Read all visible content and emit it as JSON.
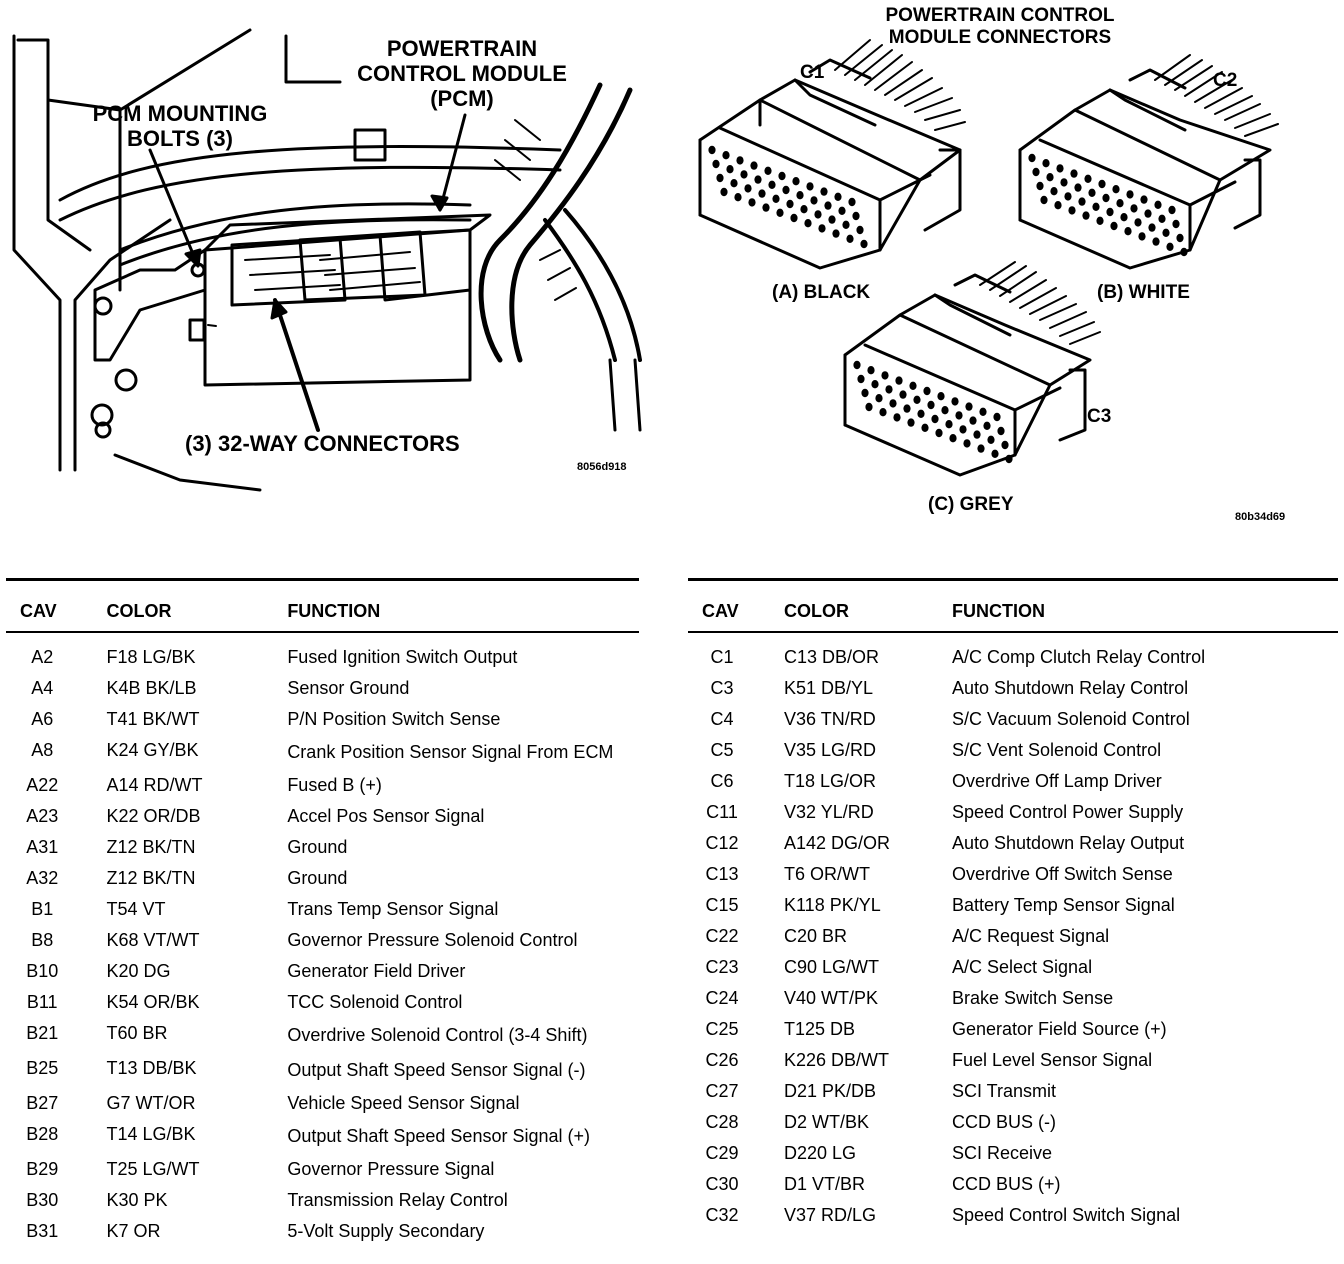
{
  "left_figure": {
    "callout_pcm_line1": "POWERTRAIN",
    "callout_pcm_line2": "CONTROL MODULE",
    "callout_pcm_line3": "(PCM)",
    "callout_bolts_line1": "PCM MOUNTING",
    "callout_bolts_line2": "BOLTS (3)",
    "callout_connectors": "(3) 32-WAY CONNECTORS",
    "figure_id": "8056d918"
  },
  "right_figure": {
    "title_line1": "POWERTRAIN CONTROL",
    "title_line2": "MODULE CONNECTORS",
    "c1": "C1",
    "c2": "C2",
    "c3": "C3",
    "label_a": "(A) BLACK",
    "label_b": "(B) WHITE",
    "label_c": "(C) GREY",
    "figure_id": "80b34d69"
  },
  "table_headers": {
    "cav": "CAV",
    "color": "COLOR",
    "function": "FUNCTION"
  },
  "table_left": [
    {
      "cav": "A2",
      "color": "F18 LG/BK",
      "function": "Fused Ignition Switch Output"
    },
    {
      "cav": "A4",
      "color": "K4B BK/LB",
      "function": "Sensor Ground"
    },
    {
      "cav": "A6",
      "color": "T41 BK/WT",
      "function": "P/N Position Switch Sense"
    },
    {
      "cav": "A8",
      "color": "K24 GY/BK",
      "function": "Crank Position Sensor Signal From ECM"
    },
    {
      "cav": "A22",
      "color": "A14 RD/WT",
      "function": "Fused B (+)"
    },
    {
      "cav": "A23",
      "color": "K22 OR/DB",
      "function": "Accel Pos Sensor Signal"
    },
    {
      "cav": "A31",
      "color": "Z12 BK/TN",
      "function": "Ground"
    },
    {
      "cav": "A32",
      "color": "Z12 BK/TN",
      "function": "Ground"
    },
    {
      "cav": "B1",
      "color": "T54 VT",
      "function": "Trans Temp Sensor Signal"
    },
    {
      "cav": "B8",
      "color": "K68 VT/WT",
      "function": "Governor Pressure Solenoid Control"
    },
    {
      "cav": "B10",
      "color": "K20 DG",
      "function": "Generator Field Driver"
    },
    {
      "cav": "B11",
      "color": "K54 OR/BK",
      "function": "TCC Solenoid Control"
    },
    {
      "cav": "B21",
      "color": "T60 BR",
      "function": "Overdrive Solenoid Control (3-4 Shift)"
    },
    {
      "cav": "B25",
      "color": "T13 DB/BK",
      "function": "Output Shaft Speed Sensor Signal (-)"
    },
    {
      "cav": "B27",
      "color": "G7 WT/OR",
      "function": "Vehicle Speed Sensor Signal"
    },
    {
      "cav": "B28",
      "color": "T14 LG/BK",
      "function": "Output Shaft Speed Sensor Signal (+)"
    },
    {
      "cav": "B29",
      "color": "T25 LG/WT",
      "function": "Governor Pressure Signal"
    },
    {
      "cav": "B30",
      "color": "K30 PK",
      "function": "Transmission Relay Control"
    },
    {
      "cav": "B31",
      "color": "K7 OR",
      "function": "5-Volt Supply Secondary"
    }
  ],
  "table_right": [
    {
      "cav": "C1",
      "color": "C13 DB/OR",
      "function": "A/C Comp Clutch Relay Control"
    },
    {
      "cav": "C3",
      "color": "K51 DB/YL",
      "function": "Auto Shutdown Relay Control"
    },
    {
      "cav": "C4",
      "color": "V36 TN/RD",
      "function": "S/C Vacuum Solenoid Control"
    },
    {
      "cav": "C5",
      "color": "V35 LG/RD",
      "function": "S/C Vent Solenoid Control"
    },
    {
      "cav": "C6",
      "color": "T18 LG/OR",
      "function": "Overdrive Off Lamp Driver"
    },
    {
      "cav": "C11",
      "color": "V32 YL/RD",
      "function": "Speed Control Power Supply"
    },
    {
      "cav": "C12",
      "color": "A142 DG/OR",
      "function": "Auto Shutdown Relay Output"
    },
    {
      "cav": "C13",
      "color": "T6 OR/WT",
      "function": "Overdrive Off Switch Sense"
    },
    {
      "cav": "C15",
      "color": "K118 PK/YL",
      "function": "Battery Temp Sensor Signal"
    },
    {
      "cav": "C22",
      "color": "C20 BR",
      "function": "A/C Request Signal"
    },
    {
      "cav": "C23",
      "color": "C90 LG/WT",
      "function": "A/C Select Signal"
    },
    {
      "cav": "C24",
      "color": "V40 WT/PK",
      "function": "Brake Switch Sense"
    },
    {
      "cav": "C25",
      "color": "T125 DB",
      "function": "Generator Field Source (+)"
    },
    {
      "cav": "C26",
      "color": "K226 DB/WT",
      "function": "Fuel Level Sensor Signal"
    },
    {
      "cav": "C27",
      "color": "D21 PK/DB",
      "function": "SCI Transmit"
    },
    {
      "cav": "C28",
      "color": "D2 WT/BK",
      "function": "CCD BUS (-)"
    },
    {
      "cav": "C29",
      "color": "D220 LG",
      "function": "SCI Receive"
    },
    {
      "cav": "C30",
      "color": "D1 VT/BR",
      "function": "CCD BUS (+)"
    },
    {
      "cav": "C32",
      "color": "V37 RD/LG",
      "function": "Speed Control Switch Signal"
    }
  ]
}
